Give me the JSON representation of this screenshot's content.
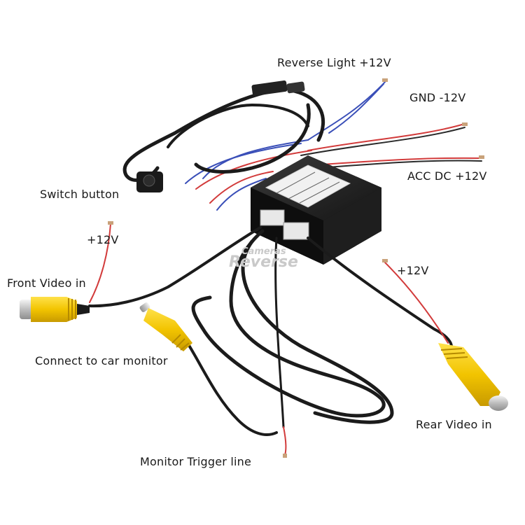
{
  "labels": {
    "reverse_light": "Reverse Light +12V",
    "gnd": "GND  -12V",
    "acc": "ACC  DC  +12V",
    "switch_button": "Switch button",
    "front_plus": "+12V",
    "front_video": "Front Video in",
    "rear_plus": "+12V",
    "car_monitor": "Connect to car monitor",
    "rear_video": "Rear Video in",
    "trigger": "Monitor Trigger line"
  },
  "watermark": {
    "small": "Cameras",
    "big": "Reverse"
  },
  "colors": {
    "cable_black": "#1b1b1b",
    "wire_red": "#d23b3b",
    "wire_blue": "#3a4fb8",
    "rca_yellow": "#f2c400",
    "box_black": "#1f1f1f"
  }
}
